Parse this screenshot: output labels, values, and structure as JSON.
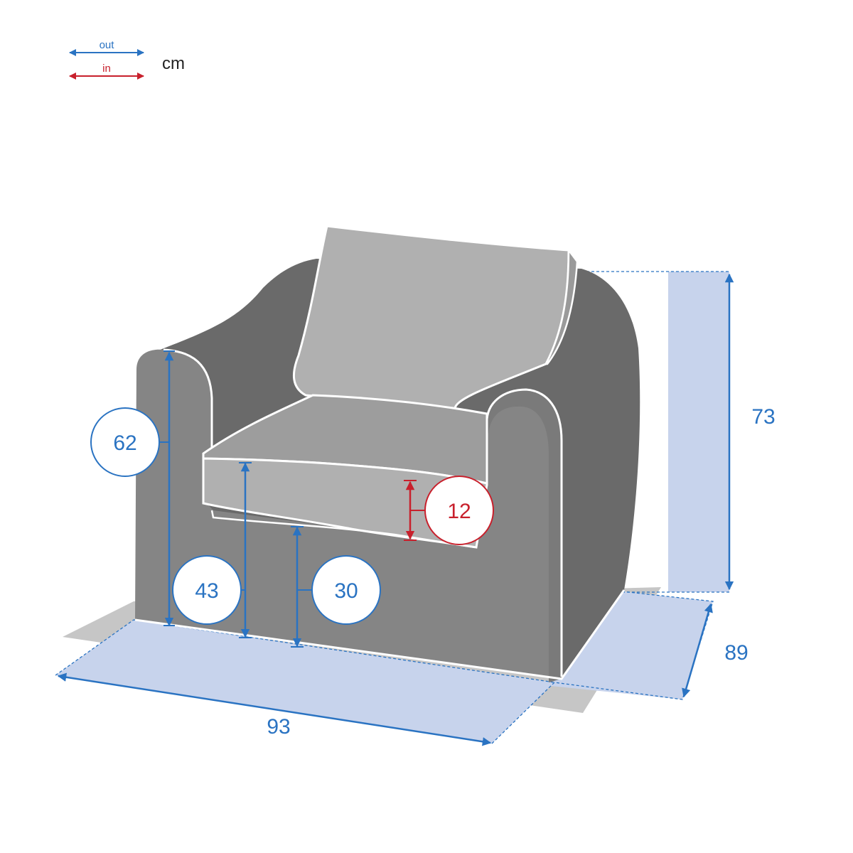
{
  "legend": {
    "out_label": "out",
    "in_label": "in",
    "unit": "cm"
  },
  "colors": {
    "outside": "#2a73c2",
    "inside": "#c8202c",
    "footprint": "#c7d3ec",
    "shadow": "#c6c6c6",
    "body_dark": "#6a6a6a",
    "body_mid": "#858585",
    "cushion": "#9d9d9d",
    "back_cushion": "#b0b0b0"
  },
  "dimensions": {
    "arm_height": "62",
    "seat_height": "43",
    "seat_clearance": "30",
    "seat_cushion_thickness": "12",
    "total_height": "73",
    "depth": "89",
    "width": "93"
  }
}
